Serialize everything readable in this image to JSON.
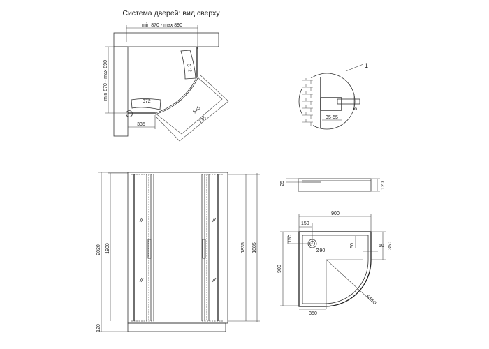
{
  "top_view": {
    "title": "Система дверей: вид сверху",
    "width_range": "min 870 - max 890",
    "depth_range": "min 870 - max 890",
    "door_swing_top": "372",
    "door_swing_left": "372",
    "offset": "335",
    "diag_inner": "545",
    "diag_outer": "735"
  },
  "detail": {
    "callout": "1",
    "adjust_range": "35-55",
    "glass_thickness": "6"
  },
  "front_view": {
    "total_height": "2020",
    "door_height": "1900",
    "base_height": "120",
    "inner_height": "1835",
    "frame_height": "1885"
  },
  "tray_side": {
    "rim": "25",
    "height": "120"
  },
  "tray_top": {
    "width": "900",
    "depth": "900",
    "drain_x": "150",
    "drain_y": "150",
    "drain_diameter": "Ø90",
    "rim_top": "50",
    "rim_right": "50",
    "straight": "350",
    "straight_bottom": "350",
    "radius": "R550"
  }
}
